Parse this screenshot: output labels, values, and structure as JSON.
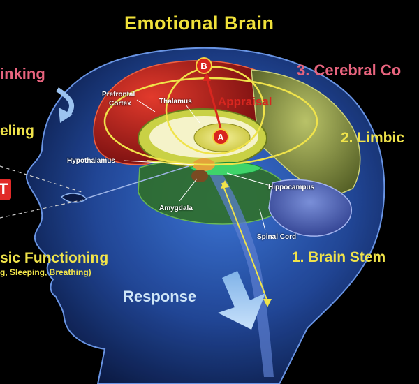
{
  "title": "Emotional Brain",
  "labels": {
    "cerebral": "3. Cerebral Co",
    "limbic": "2. Limbic",
    "brainstem": "1. Brain Stem",
    "thinking": "inking",
    "feeling": "eling",
    "basic": "sic Functioning",
    "basic_sub": "g, Sleeping, Breathing)",
    "response": "Response",
    "appraisal": "Appraisal",
    "t_marker": "T"
  },
  "anatomy": {
    "prefrontal_1": "Prefrontal",
    "prefrontal_2": "Cortex",
    "thalamus": "Thalamus",
    "hypothalamus": "Hypothalamus",
    "hippocampus": "Hippocampus",
    "amygdala": "Amygdala",
    "spinal_cord": "Spinal Cord"
  },
  "markers": {
    "a": "A",
    "b": "B"
  },
  "colors": {
    "background": "#000000",
    "title": "#f0e13a",
    "pink": "#e8647e",
    "yellow": "#f0e34a",
    "marker_red": "#d8261f",
    "head": "#2b58b8"
  }
}
